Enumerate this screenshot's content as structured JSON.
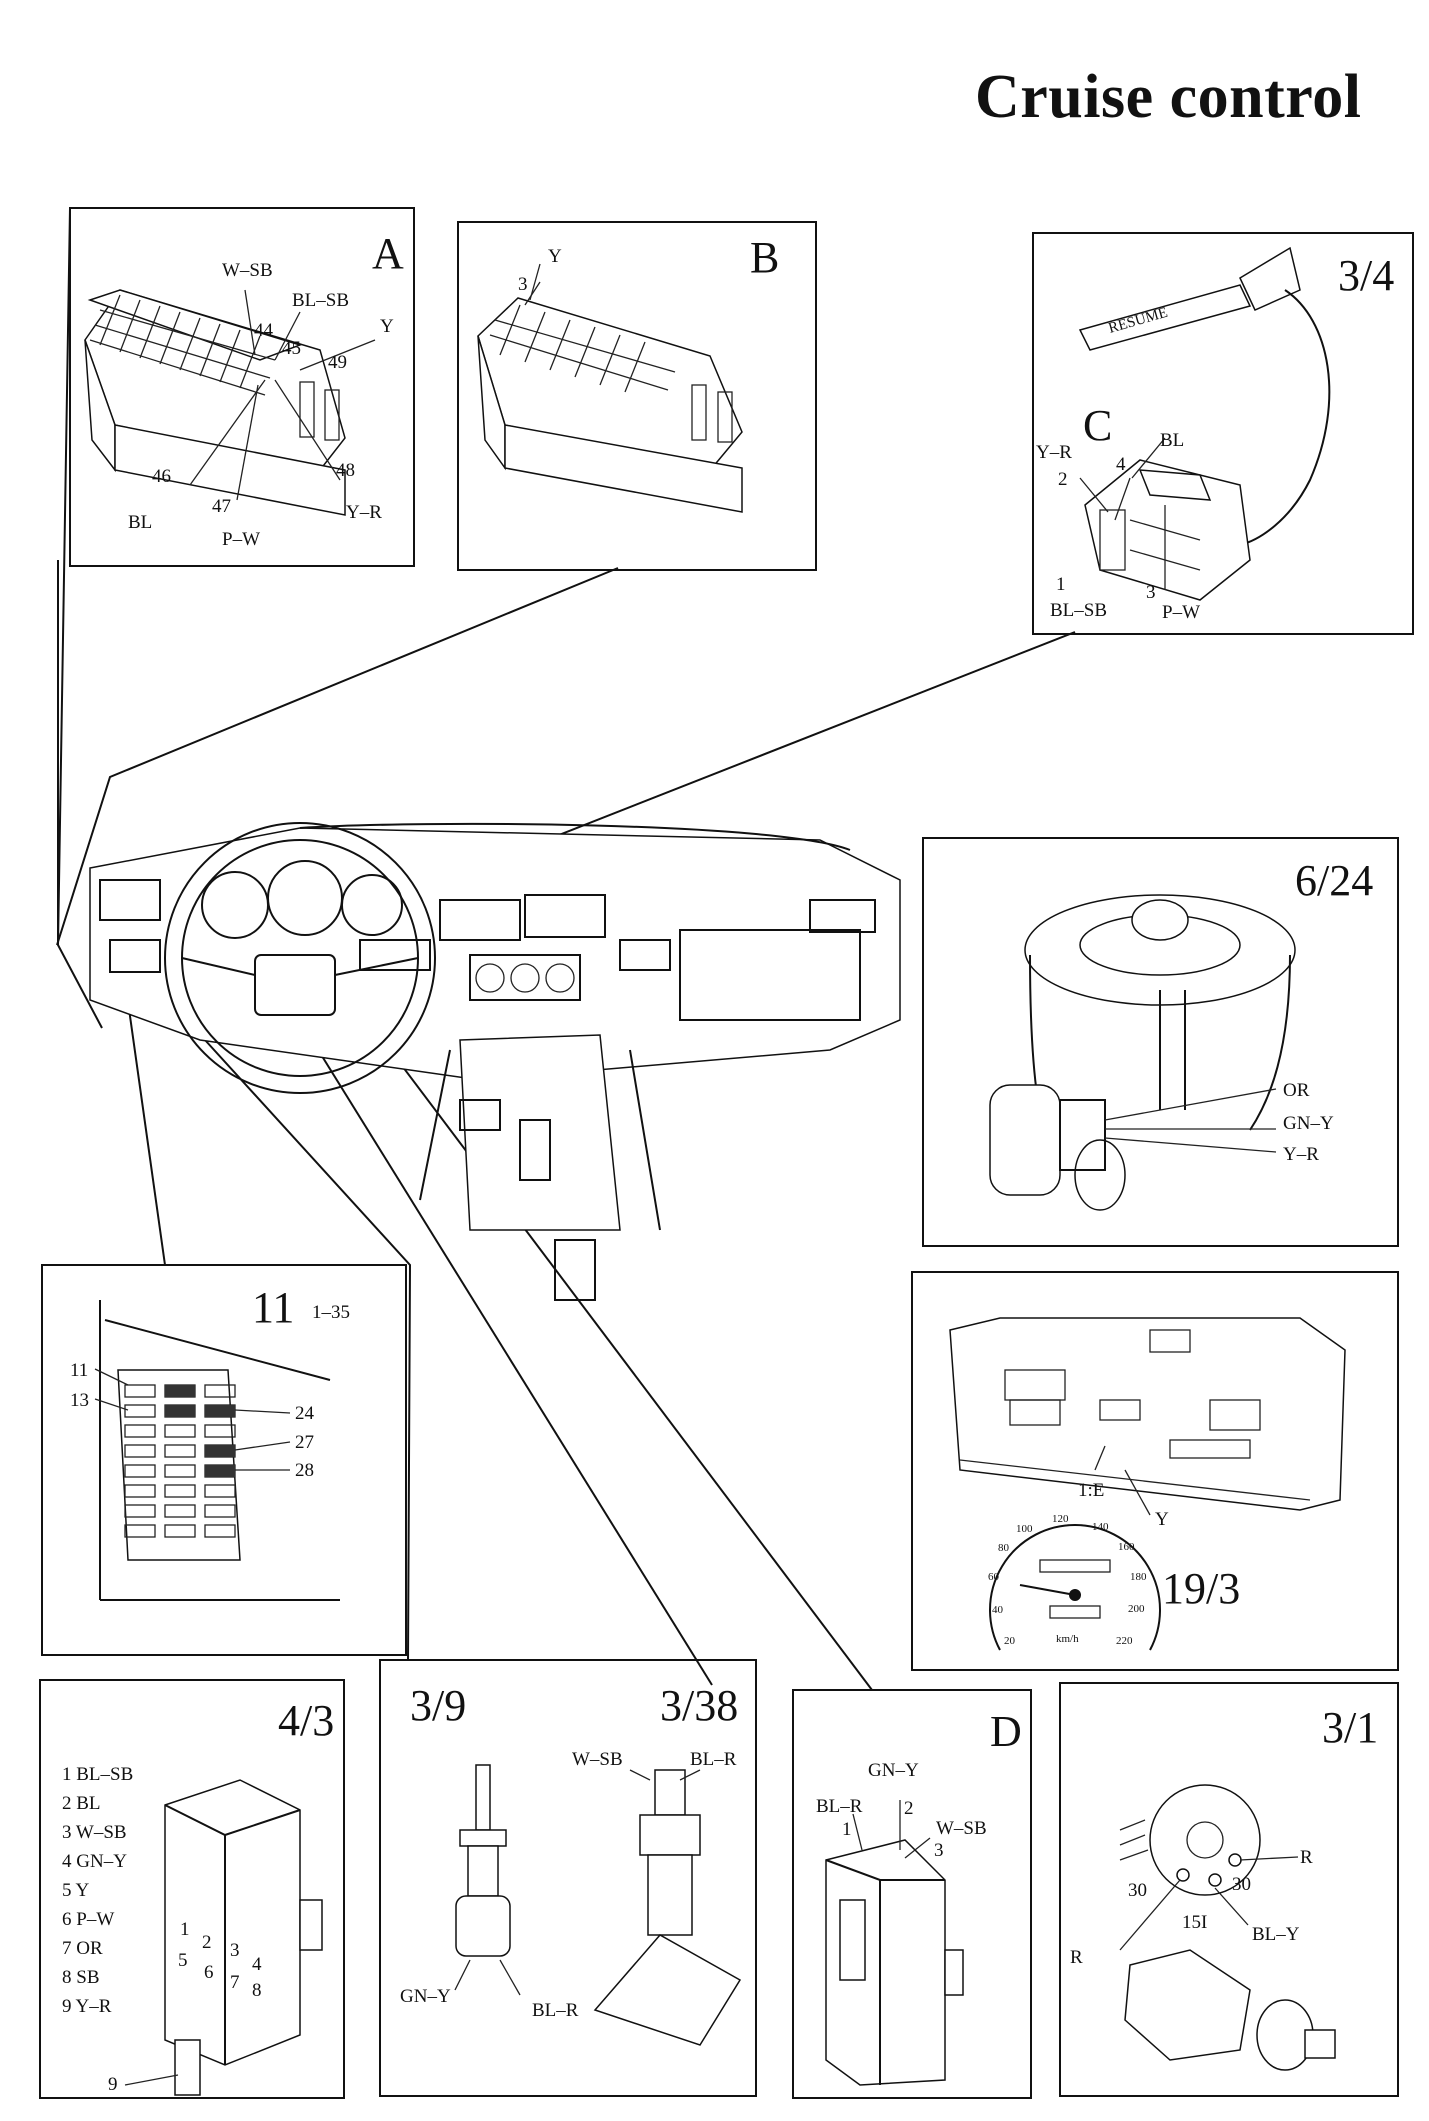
{
  "title": "Cruise control",
  "panels": {
    "A": {
      "id": "A",
      "labels": [
        "W–SB",
        "BL–SB",
        "Y",
        "44",
        "45",
        "49",
        "46",
        "BL",
        "47",
        "P–W",
        "48",
        "Y–R"
      ]
    },
    "B": {
      "id": "B",
      "labels": [
        "Y",
        "3"
      ]
    },
    "C": {
      "id": "3/4",
      "sub": "C",
      "switch_text": "RESUME",
      "labels": [
        "BL",
        "Y–R",
        "2",
        "4",
        "1",
        "BL–SB",
        "3",
        "P–W"
      ]
    },
    "sw624": {
      "id": "6/24",
      "labels": [
        "OR",
        "GN–Y",
        "Y–R"
      ]
    },
    "fuse": {
      "id": "11",
      "range": "1–35",
      "labels": [
        "11",
        "13",
        "24",
        "27",
        "28"
      ]
    },
    "cluster": {
      "id": "19/3",
      "labels": [
        "1:E",
        "Y"
      ],
      "speedo": [
        "20",
        "40",
        "60",
        "80",
        "100",
        "120",
        "140",
        "160",
        "180",
        "200",
        "220",
        "km/h"
      ]
    },
    "module": {
      "id": "4/3",
      "list": [
        "1 BL–SB",
        "2 BL",
        "3 W–SB",
        "4 GN–Y",
        "5 Y",
        "6 P–W",
        "7 OR",
        "8 SB",
        "9 Y–R"
      ],
      "pins": [
        "1",
        "2",
        "3",
        "4",
        "5",
        "6",
        "7",
        "8"
      ],
      "pin9": "9"
    },
    "switches": {
      "id1": "3/9",
      "id2": "3/38",
      "labels": [
        "W–SB",
        "BL–R",
        "GN–Y",
        "BL–R"
      ]
    },
    "D": {
      "id": "D",
      "labels": [
        "GN–Y",
        "BL–R",
        "2",
        "W–SB",
        "1",
        "3"
      ]
    },
    "ign": {
      "id": "3/1",
      "labels": [
        "R",
        "30",
        "30",
        "15I",
        "BL–Y",
        "R"
      ]
    }
  }
}
